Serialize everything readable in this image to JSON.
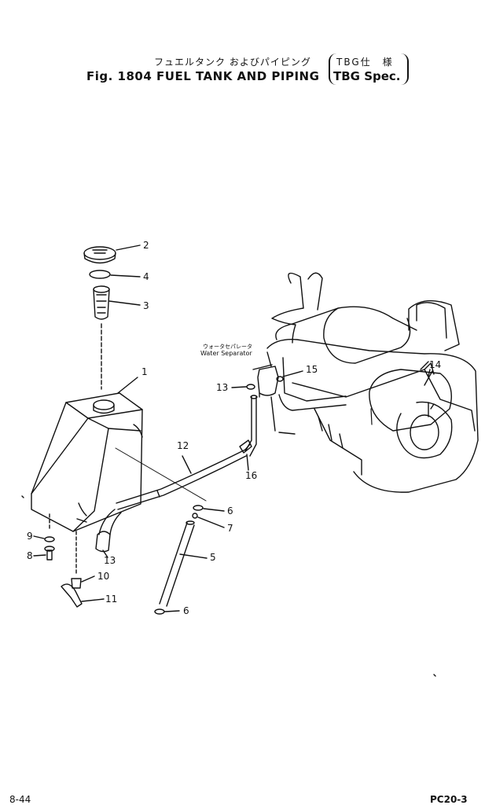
{
  "title": {
    "japanese": "フュエルタンク およびパイピング",
    "main": "Fig. 1804 FUEL TANK AND PIPING",
    "spec_japanese": "TBG仕　様",
    "spec": "TBG Spec."
  },
  "labels": {
    "water_separator_jp": "ウォータセパレータ",
    "water_separator": "Water Separator"
  },
  "parts": [
    "1",
    "2",
    "3",
    "4",
    "5",
    "6",
    "6",
    "7",
    "8",
    "9",
    "10",
    "11",
    "12",
    "13",
    "13",
    "14",
    "15",
    "16"
  ],
  "footer": {
    "page": "8-44",
    "model": "PC20-3"
  }
}
